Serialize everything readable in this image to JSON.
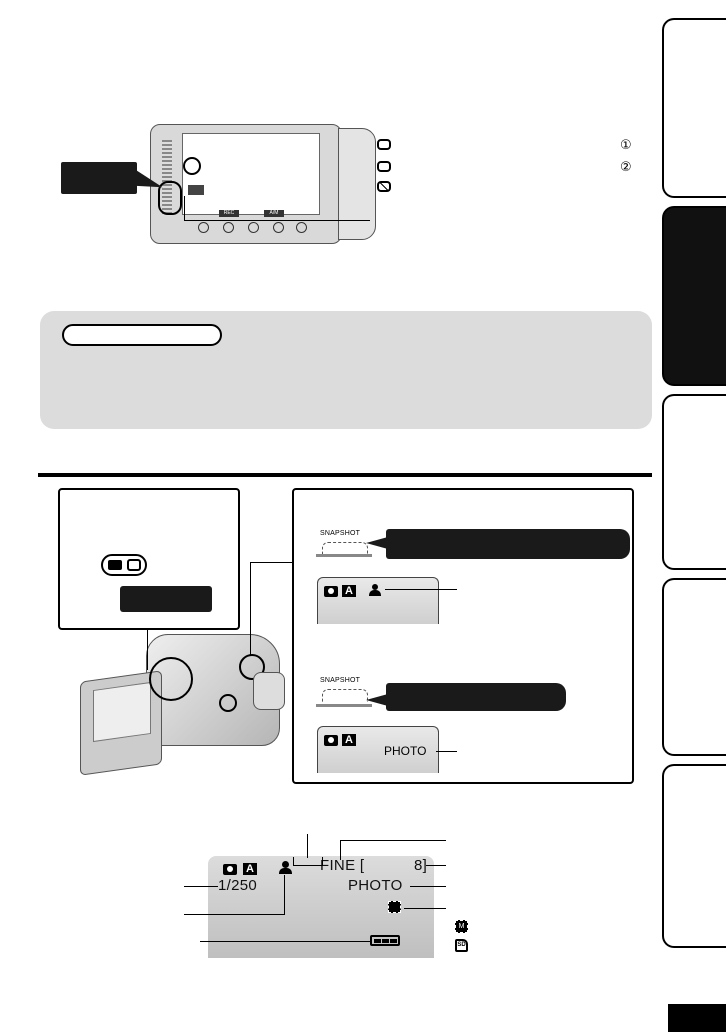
{
  "labels": {
    "circle_1": "①",
    "circle_2": "②",
    "lcd_photo_small": "PHOTO",
    "lcd_quality": "FINE [",
    "lcd_count": "8]",
    "lcd_shutter": "1/250",
    "lcd_mode": "PHOTO",
    "snapshot_1": "SNAPSHOT",
    "snapshot_2": "SNAPSHOT",
    "legend_m": "M",
    "legend_sd": "SD",
    "cam_btn_1": "REC",
    "cam_btn_2": "A/M"
  }
}
